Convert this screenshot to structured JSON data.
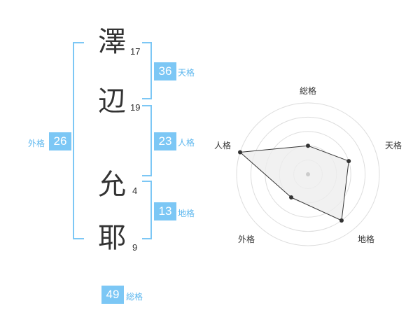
{
  "name": {
    "chars": [
      {
        "char": "澤",
        "strokes": "17"
      },
      {
        "char": "辺",
        "strokes": "19"
      },
      {
        "char": "允",
        "strokes": "4"
      },
      {
        "char": "耶",
        "strokes": "9"
      }
    ]
  },
  "kakusu": {
    "tenkaku": {
      "value": "36",
      "label": "天格"
    },
    "jinkaku": {
      "value": "23",
      "label": "人格"
    },
    "chikaku": {
      "value": "13",
      "label": "地格"
    },
    "gaikaku": {
      "value": "26",
      "label": "外格"
    },
    "soukaku": {
      "value": "49",
      "label": "総格"
    }
  },
  "chart_data": {
    "type": "radar",
    "axes": [
      "総格",
      "天格",
      "地格",
      "外格",
      "人格"
    ],
    "values": [
      2,
      3,
      4,
      2,
      5
    ],
    "max": 5,
    "rings": 5,
    "colors": {
      "fill": "#eeeeee",
      "stroke": "#333333",
      "ring": "#dddddd",
      "center": "#cccccc"
    }
  },
  "colors": {
    "accent": "#7cc7f5",
    "accent_text": "#5bb6ee"
  }
}
